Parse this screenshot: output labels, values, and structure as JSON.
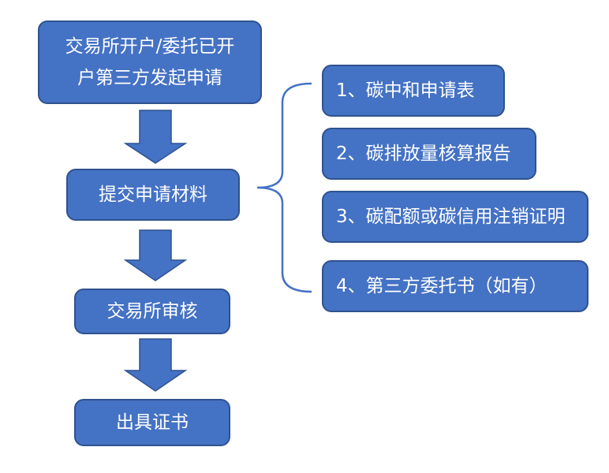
{
  "flow": {
    "start_line1": "交易所开户/委托已开",
    "start_line2": "户第三方发起申请",
    "submit": "提交申请材料",
    "review": "交易所审核",
    "certificate": "出具证书"
  },
  "materials": [
    "1、碳中和申请表",
    "2、碳排放量核算报告",
    "3、碳配额或碳信用注销证明",
    "4、第三方委托书（如有）"
  ],
  "colors": {
    "box_fill": "#4472c4",
    "box_border": "#2f528f",
    "text": "#ffffff"
  }
}
